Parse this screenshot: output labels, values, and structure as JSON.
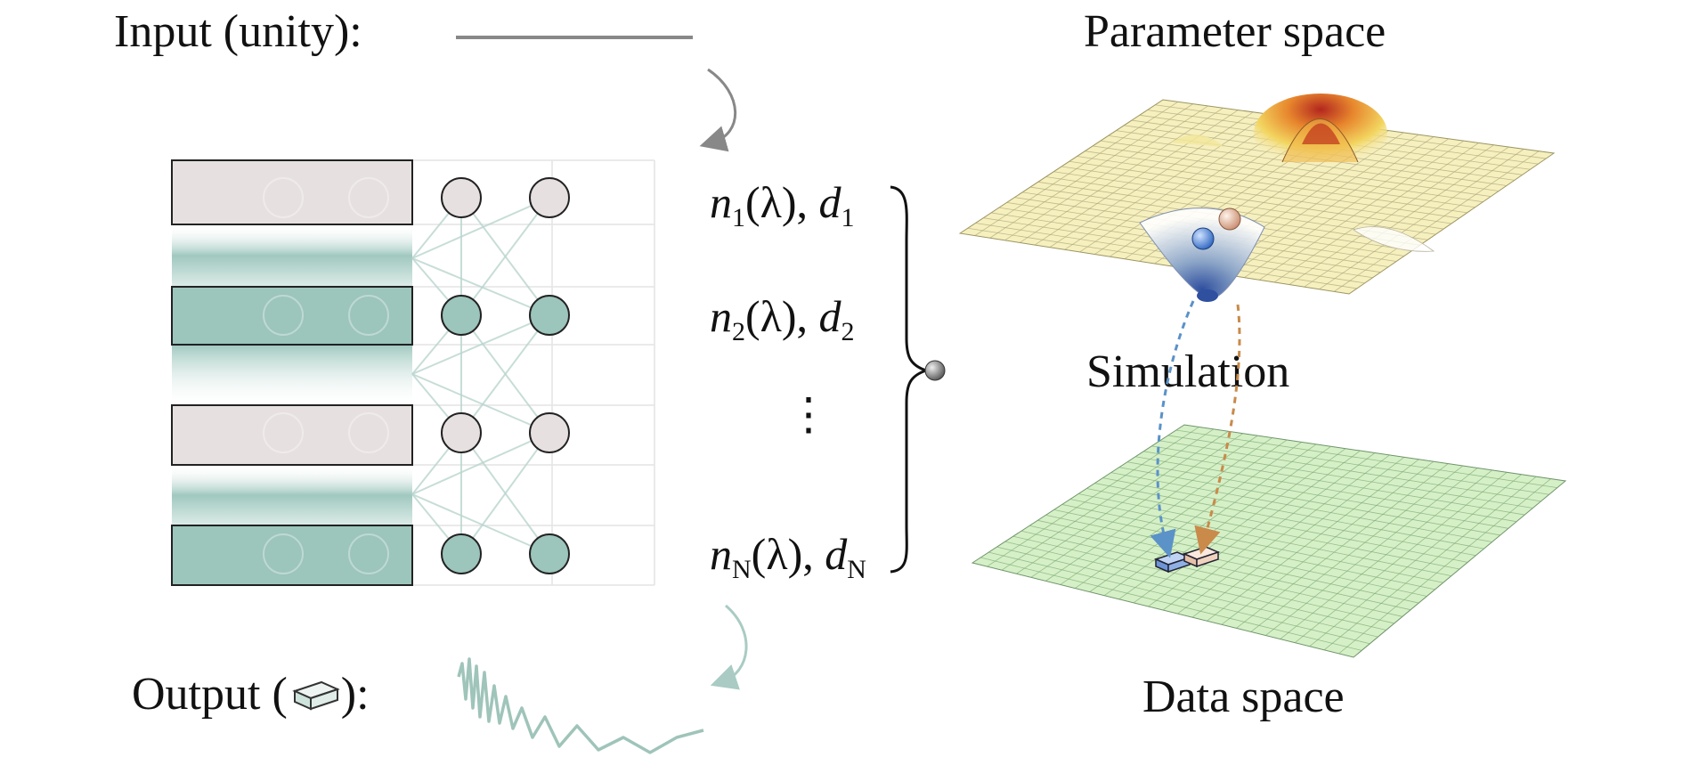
{
  "labels": {
    "input_text": "Input (unity):",
    "output_prefix": "Output (",
    "output_suffix": "):",
    "parameter_space": "Parameter space",
    "simulation": "Simulation",
    "data_space": "Data space"
  },
  "layers": [
    {
      "n": "n",
      "sub": "1",
      "d": "d",
      "dsub": "1",
      "color": "#e6e1e0"
    },
    {
      "n": "n",
      "sub": "2",
      "d": "d",
      "dsub": "2",
      "color": "#9cc5bc"
    },
    {
      "n": "",
      "sub": "",
      "d": "",
      "dsub": "",
      "color": "#e6e1e0"
    },
    {
      "n": "n",
      "sub": "N",
      "d": "d",
      "dsub": "N",
      "color": "#9cc5bc"
    }
  ],
  "math_common": {
    "lambda": "(λ), ",
    "ellipsis": "⋮"
  },
  "colors": {
    "light_layer": "#e6e1e0",
    "dark_layer": "#9cc5bc",
    "teal_gradient": "#8fbfb4",
    "param_grid": "#f6efbe",
    "data_grid": "#d5f0c6",
    "peak": "#c23a1e",
    "ball_blue": "#4f86d8",
    "ball_peach": "#e8c0a8",
    "arrow_blue": "#5b92c8",
    "arrow_orange": "#c98a4a",
    "output_wave": "#9fc4ba"
  },
  "icons": [
    "curved-arrow-icon",
    "slab-icon",
    "sphere-icon",
    "brace-icon",
    "dashed-arrow-icon"
  ]
}
